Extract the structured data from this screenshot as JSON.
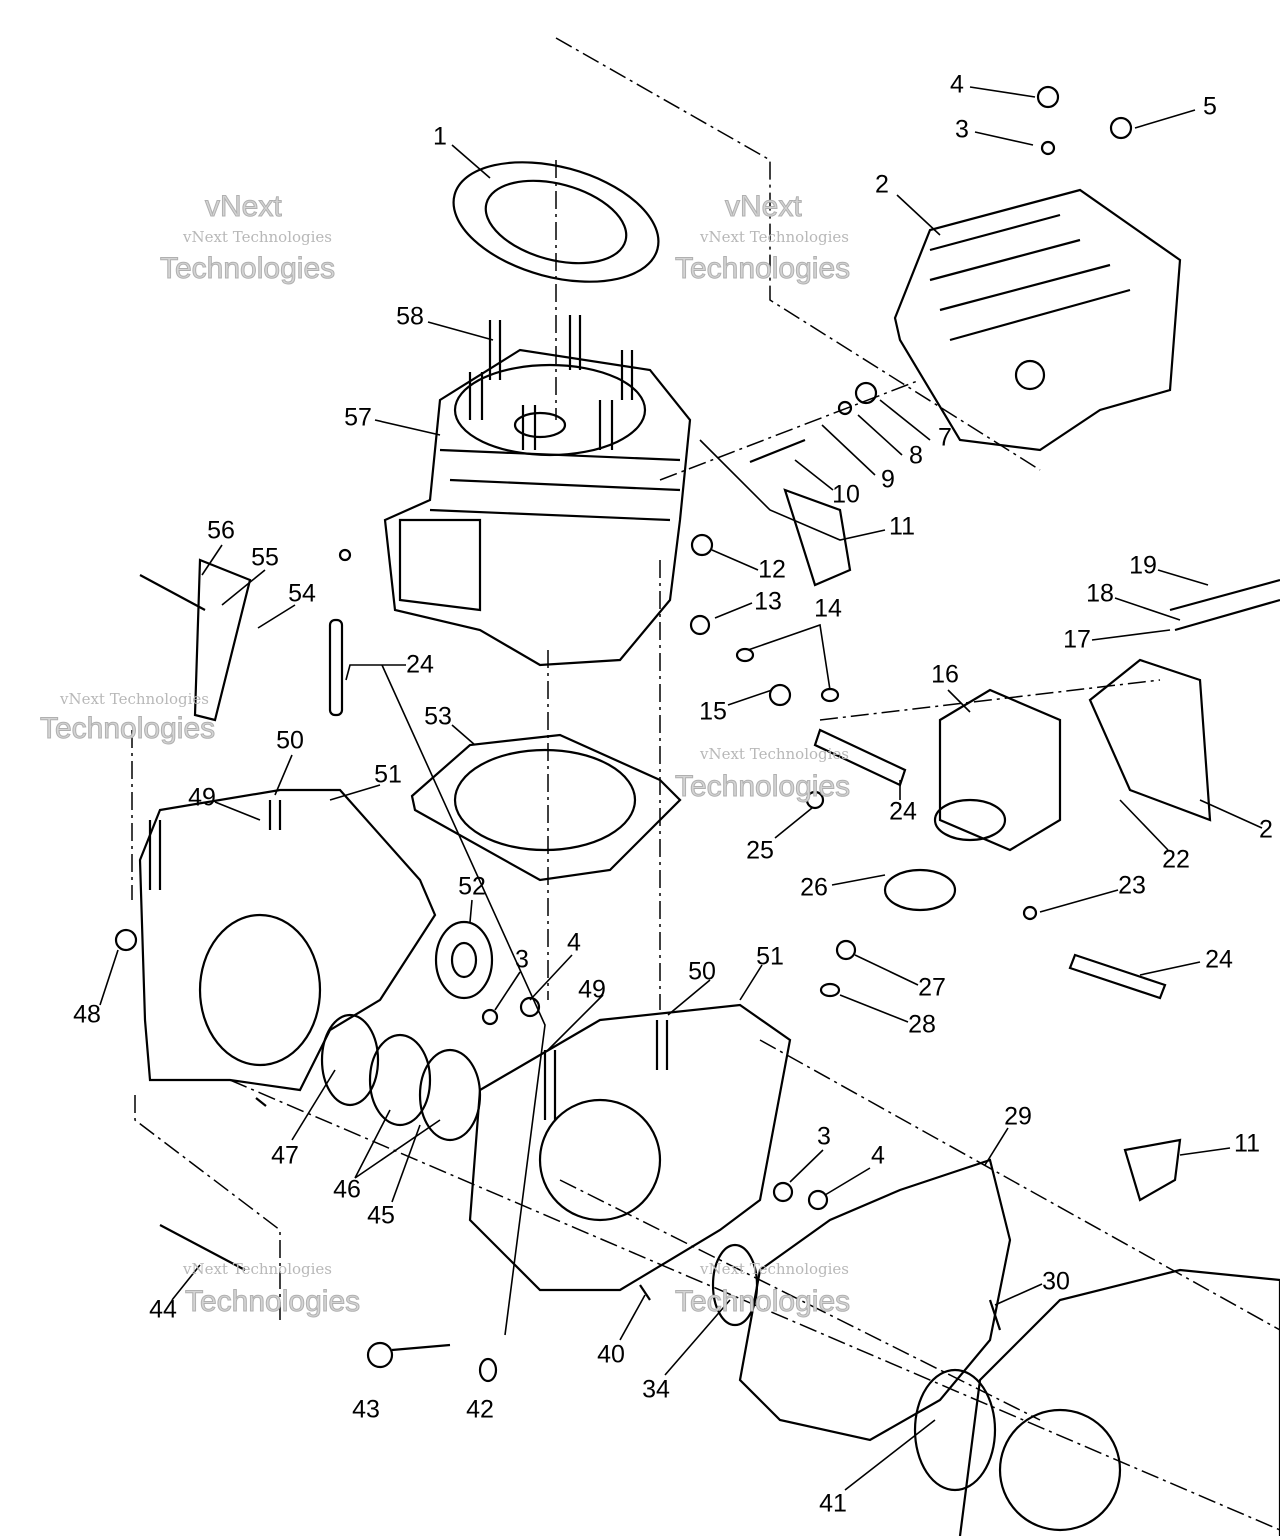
{
  "diagram": {
    "watermark": "vNext Technologies",
    "watermark_big_1": "vNext",
    "watermark_big_2": "Technologies",
    "callouts": [
      "1",
      "2",
      "3",
      "4",
      "5",
      "7",
      "8",
      "9",
      "10",
      "11",
      "12",
      "13",
      "14",
      "15",
      "16",
      "17",
      "18",
      "19",
      "2",
      "22",
      "23",
      "24",
      "24",
      "24",
      "25",
      "26",
      "27",
      "28",
      "29",
      "30",
      "34",
      "40",
      "41",
      "42",
      "43",
      "44",
      "45",
      "46",
      "47",
      "48",
      "49",
      "49",
      "50",
      "50",
      "51",
      "51",
      "52",
      "53",
      "54",
      "55",
      "56",
      "57",
      "58",
      "3",
      "4",
      "3",
      "4",
      "11"
    ]
  }
}
